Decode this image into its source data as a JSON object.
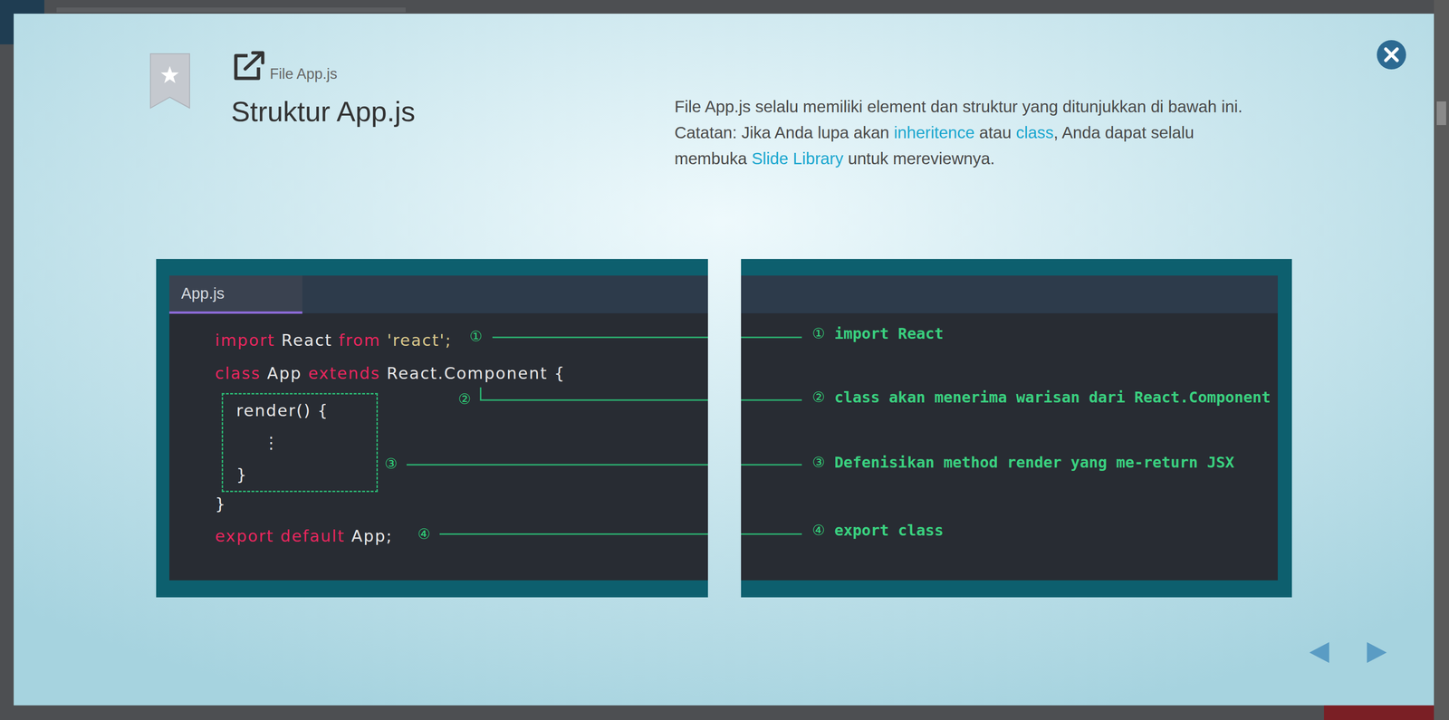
{
  "diagram": {
    "title": "Struktur App.js",
    "nodes": [
      {
        "text": [
          "App.js"
        ]
      },
      {
        "text": [
          "render() {",
          "⋮",
          "}"
        ]
      }
    ],
    "labels": [
      "File App.js",
      "File App.js selalu memiliki element dan struktur yang ditunjukkan di bawah ini.",
      "Catatan: Jika Anda lupa akan",
      "inheritence",
      "atau",
      "class",
      ", Anda dapat selalu membuka",
      "Slide Library",
      "untuk mereviewnya.",
      "import",
      "React",
      "from",
      "'react';",
      "①",
      "class",
      "App",
      "extends",
      "React.Component {",
      "②",
      "③",
      "}",
      "export",
      "default",
      "App;",
      "④",
      "①",
      "import React",
      "②",
      "class akan menerima warisan dari React.Component",
      "③",
      "Defenisikan method render yang me-return JSX",
      "④",
      "export class"
    ]
  }
}
